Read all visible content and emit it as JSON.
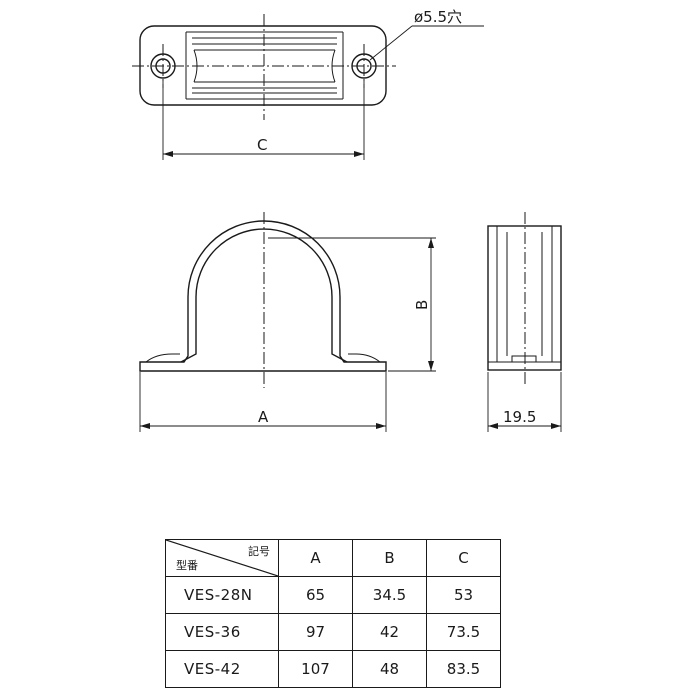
{
  "drawing": {
    "hole_note": "ø5.5穴",
    "dim_labels": {
      "a": "A",
      "b": "B",
      "c": "C"
    },
    "width_value": "19.5"
  },
  "table": {
    "header_corner_top": "記号",
    "header_corner_bottom": "型番",
    "columns": [
      "A",
      "B",
      "C"
    ],
    "rows": [
      {
        "model": "VES-28N",
        "values": [
          "65",
          "34.5",
          "53"
        ]
      },
      {
        "model": "VES-36",
        "values": [
          "97",
          "42",
          "73.5"
        ]
      },
      {
        "model": "VES-42",
        "values": [
          "107",
          "48",
          "83.5"
        ]
      }
    ]
  }
}
